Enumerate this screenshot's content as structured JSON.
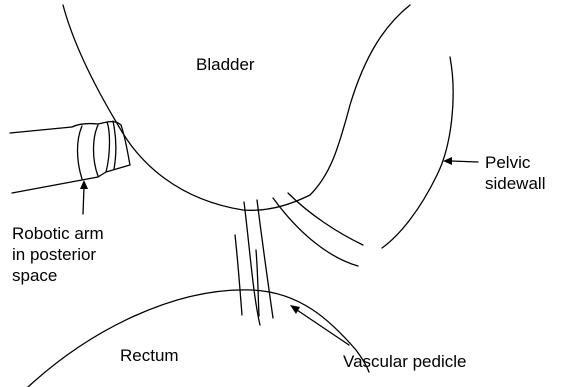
{
  "labels": {
    "bladder": "Bladder",
    "pelvic_sidewall": "Pelvic\nsidewall",
    "robotic_arm": "Robotic arm\nin posterior\nspace",
    "rectum": "Rectum",
    "vascular_pedicle": "Vascular pedicle"
  },
  "colors": {
    "line": "#000000",
    "background": "#ffffff"
  }
}
